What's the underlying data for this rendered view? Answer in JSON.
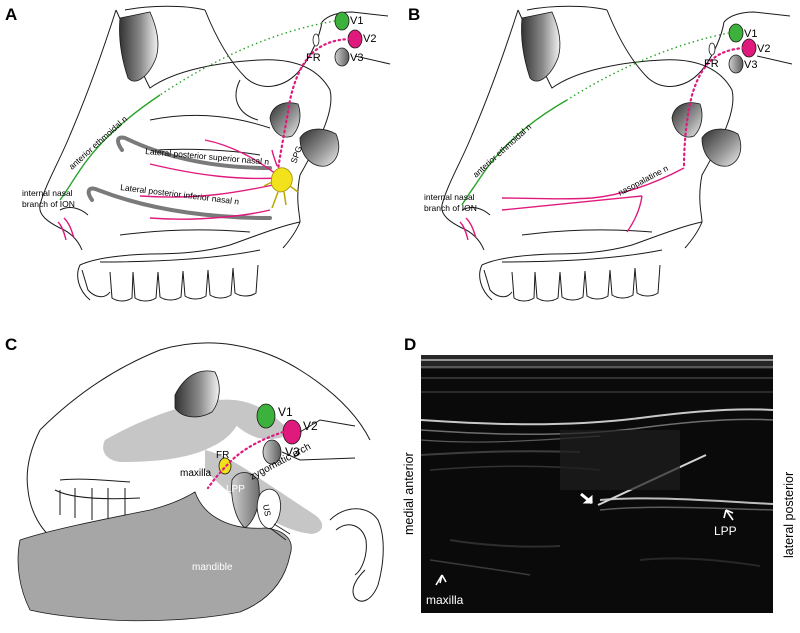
{
  "panels": {
    "a": {
      "letter": "A",
      "labels": {
        "v1": "V1",
        "v2": "V2",
        "v3": "V3",
        "fr": "FR",
        "anterior_ethmoidal": "anterior ethmoidal n",
        "lateral_posterior_superior": "Lateral posterior superior nasal n",
        "lateral_posterior_inferior": "Lateral posterior inferior nasal n",
        "spg": "SPG",
        "ion_line1": "internal nasal",
        "ion_line2": "branch of ION"
      }
    },
    "b": {
      "letter": "B",
      "labels": {
        "v1": "V1",
        "v2": "V2",
        "v3": "V3",
        "fr": "FR",
        "anterior_ethmoidal": "anterior ethmoidal n",
        "nasopalatine": "nasopalatine n",
        "ion_line1": "internal nasal",
        "ion_line2": "branch of ION"
      }
    },
    "c": {
      "letter": "C",
      "labels": {
        "v1": "V1",
        "v2": "V2",
        "v3": "V3",
        "fr": "FR",
        "maxilla": "maxilla",
        "lpp": "LPP",
        "zygomatic_arch": "zygomatic arch",
        "us": "US",
        "mandible": "mandible"
      }
    },
    "d": {
      "letter": "D",
      "labels": {
        "medial_anterior": "medial anterior",
        "lateral_posterior": "lateral posterior",
        "lpp": "LPP",
        "maxilla": "maxilla"
      }
    }
  },
  "colors": {
    "v1": "#3cb13c",
    "v2": "#e0197d",
    "v3": "#8a8a8a",
    "spg": "#f2e21b",
    "bone_gray": "#c6c6c6",
    "mandible_gray": "#a6a6a6",
    "ultrasound_bg": "#0a0a0a"
  }
}
